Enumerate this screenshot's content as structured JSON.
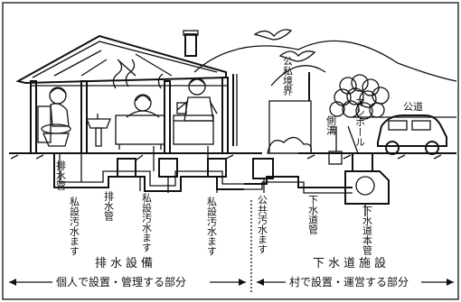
{
  "labels": {
    "drain_pipe_1": "排水管",
    "drain_pipe_2": "排水管",
    "private_box_1": "私設汚水ます",
    "private_box_2": "私設汚水ます",
    "private_box_3": "私設汚水ます",
    "public_box": "公共汚水ます",
    "sewer_pipe": "下水道管",
    "sewer_main": "下水道本管",
    "side_ditch": "側溝",
    "manhole": "マンホール",
    "boundary": "公私境界",
    "road": "公道"
  },
  "sections": {
    "left_title": "排水設備",
    "left_sub": "個人で設置・管理する部分",
    "right_title": "下水道施設",
    "right_sub": "村で設置・運営する部分"
  }
}
